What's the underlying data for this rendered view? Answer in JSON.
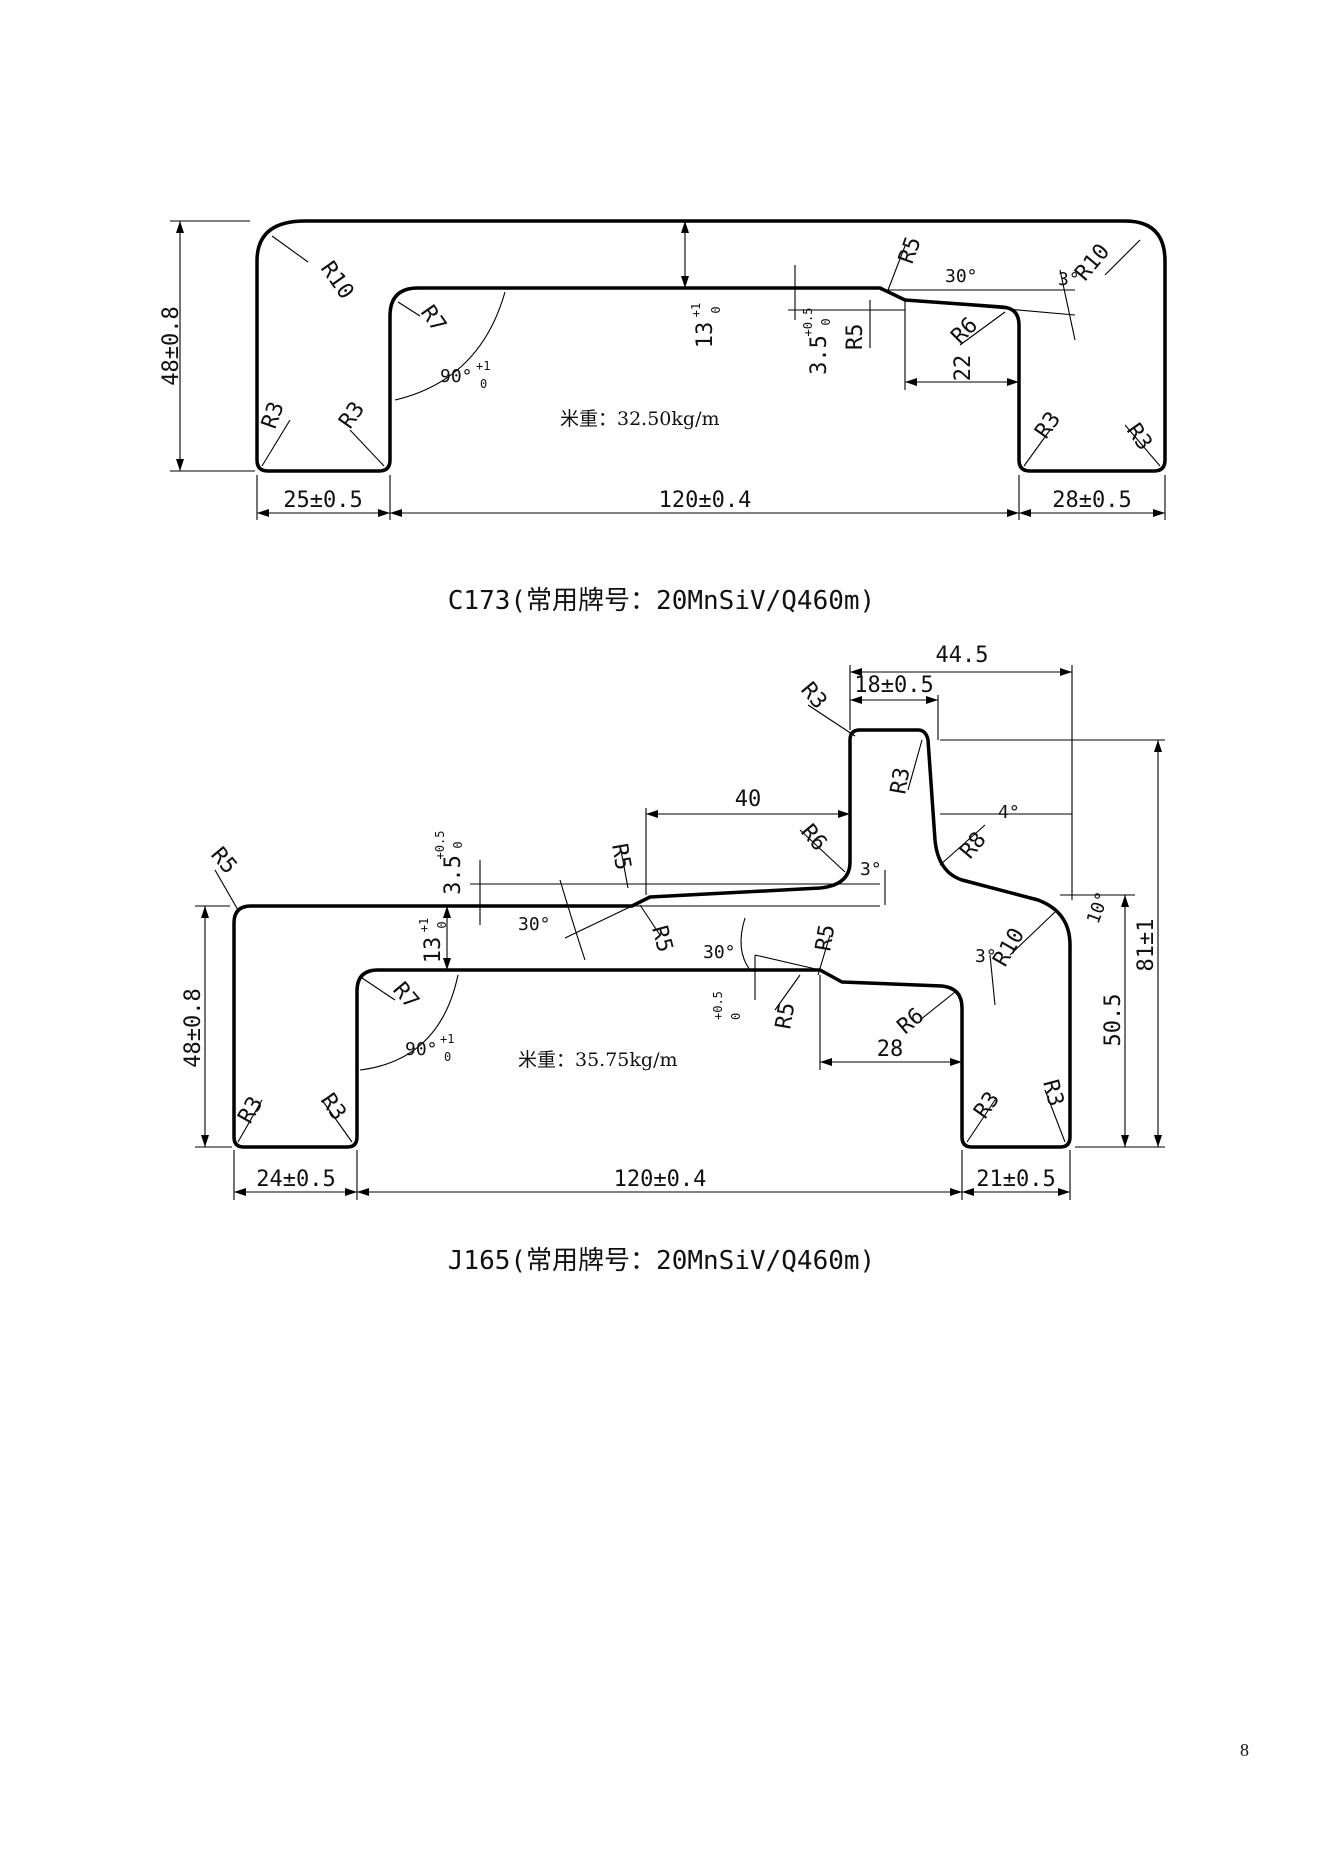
{
  "c173": {
    "caption": "C173(常用牌号：20MnSiV/Q460m)",
    "weight": "米重：32.50kg/m",
    "dims": {
      "height": "48±0.8",
      "left_flange": "25±0.5",
      "span": "120±0.4",
      "right_flange": "28±0.5",
      "web_thickness": "13",
      "web_tol_up": "+1",
      "web_tol_low": "0",
      "step": "3.5",
      "step_tol_up": "+0.5",
      "step_tol_low": "0",
      "slope_len": "22",
      "angle": "90°",
      "angle_tol_up": "+1",
      "angle_tol_low": "0",
      "angle_30": "30°",
      "angle_3": "3°"
    },
    "radii": {
      "r10_left": "R10",
      "r10_right": "R10",
      "r7": "R7",
      "r5_a": "R5",
      "r5_b": "R5",
      "r6": "R6",
      "r3_a": "R3",
      "r3_b": "R3",
      "r3_c": "R3",
      "r3_d": "R3"
    }
  },
  "j165": {
    "caption": "J165(常用牌号：20MnSiV/Q460m)",
    "weight": "米重：35.75kg/m",
    "dims": {
      "top_total": "44.5",
      "head_width": "18±0.5",
      "offset_40": "40",
      "height": "48±0.8",
      "left_flange": "24±0.5",
      "span": "120±0.4",
      "right_flange": "21±0.5",
      "web_thickness": "13",
      "web_tol_up": "+1",
      "web_tol_low": "0",
      "step": "3.5",
      "step_tol_up": "+0.5",
      "step_tol_low": "0",
      "step2_tol_up": "+0.5",
      "step2_tol_low": "0",
      "len_28": "28",
      "h_505": "50.5",
      "h_81": "81±1",
      "angle": "90°",
      "angle_tol_up": "+1",
      "angle_tol_low": "0",
      "angle_30a": "30°",
      "angle_30b": "30°",
      "angle_4": "4°",
      "angle_3a": "3°",
      "angle_3b": "3°",
      "angle_10": "10°"
    },
    "radii": {
      "r3_top": "R3",
      "r3_head": "R3",
      "r6_a": "R6",
      "r8": "R8",
      "r5_left": "R5",
      "r5_a": "R5",
      "r5_b": "R5",
      "r5_c": "R5",
      "r5_d": "R5",
      "r10": "R10",
      "r7": "R7",
      "r6_b": "R6",
      "r3_a": "R3",
      "r3_b": "R3",
      "r3_c": "R3",
      "r3_d": "R3"
    }
  },
  "page_number": "8"
}
